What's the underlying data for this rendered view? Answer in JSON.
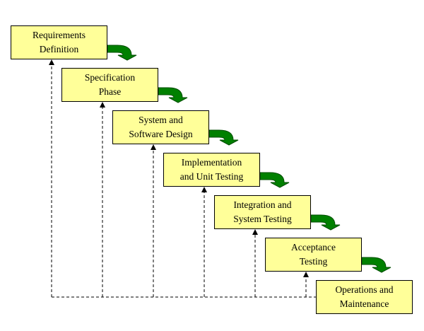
{
  "stages": [
    {
      "label": "Requirements\nDefinition"
    },
    {
      "label": "Specification\nPhase"
    },
    {
      "label": "System and\nSoftware Design"
    },
    {
      "label": "Implementation\nand Unit Testing"
    },
    {
      "label": "Integration and\nSystem Testing"
    },
    {
      "label": "Acceptance\nTesting"
    },
    {
      "label": "Operations and\nMaintenance"
    }
  ],
  "colors": {
    "box_fill": "#ffff99",
    "box_border": "#000000",
    "flow_arrow": "#008000",
    "flow_arrow_outline": "#004d00",
    "feedback_line": "#000000"
  }
}
